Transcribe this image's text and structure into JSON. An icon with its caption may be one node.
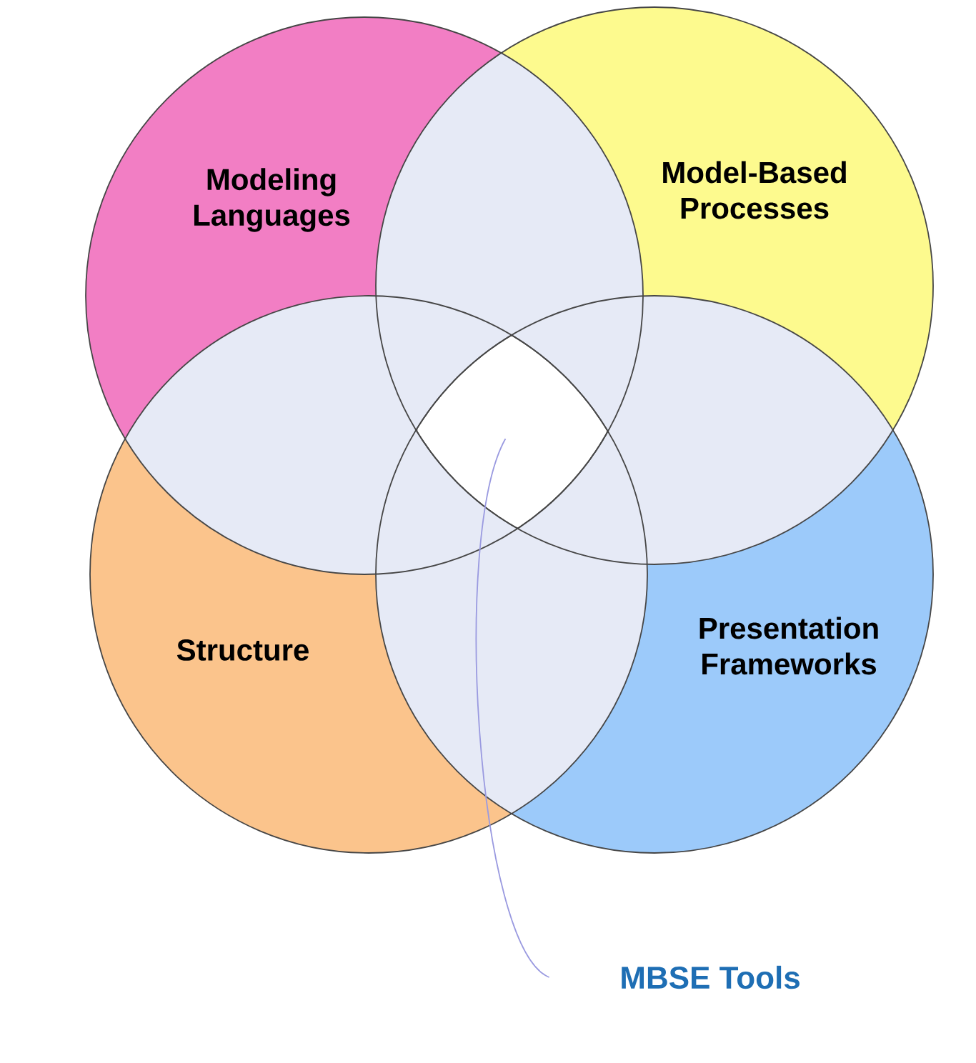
{
  "diagram": {
    "nodes": [
      {
        "text": [
          "Modeling Languages"
        ]
      },
      {
        "text": [
          "Model-Based Processes"
        ]
      },
      {
        "text": [
          "Structure"
        ]
      },
      {
        "text": [
          "Presentation Frameworks"
        ]
      },
      {
        "text": [
          "MBSE Tools"
        ]
      },
      {
        "text": [],
        "shape": "region"
      }
    ],
    "edges": [
      {
        "from": 4,
        "to": 5,
        "arrow": "none",
        "color": "#9a9ae0"
      }
    ]
  }
}
